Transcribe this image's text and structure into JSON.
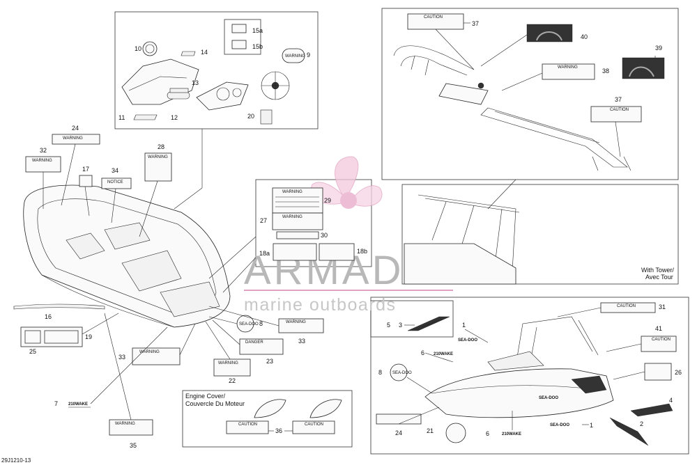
{
  "callouts": {
    "c1": "1",
    "c2": "2",
    "c3": "3",
    "c4": "4",
    "c5": "5",
    "c6": "6",
    "c7": "7",
    "c8": "8",
    "c9": "9",
    "c10": "10",
    "c11": "11",
    "c12": "12",
    "c13": "13",
    "c14": "14",
    "c15a": "15a",
    "c15b": "15b",
    "c16": "16",
    "c17": "17",
    "c18a": "18a",
    "c18b": "18b",
    "c19": "19",
    "c20": "20",
    "c21": "21",
    "c22": "22",
    "c23": "23",
    "c24": "24",
    "c25": "25",
    "c26": "26",
    "c27": "27",
    "c28": "28",
    "c29": "29",
    "c30": "30",
    "c31": "31",
    "c32": "32",
    "c33": "33",
    "c34": "34",
    "c35": "35",
    "c36": "36",
    "c37": "37",
    "c38": "38",
    "c39": "39",
    "c40": "40",
    "c41": "41"
  },
  "captions": {
    "tower_line1": "With Tower/",
    "tower_line2": "Avec Tour",
    "engine_line1": "Engine Cover/",
    "engine_line2": "Couvercle Du Moteur",
    "drawing_id": "29J1210-13"
  },
  "labels": {
    "warning": "WARNING",
    "caution": "CAUTION",
    "danger": "DANGER",
    "notice": "NOTICE",
    "brand": "SEA-DOO",
    "model": "210WAKE"
  },
  "watermark": {
    "name": "ARMADA",
    "tagline": "marine outboards",
    "color": "#e0a0bf"
  }
}
